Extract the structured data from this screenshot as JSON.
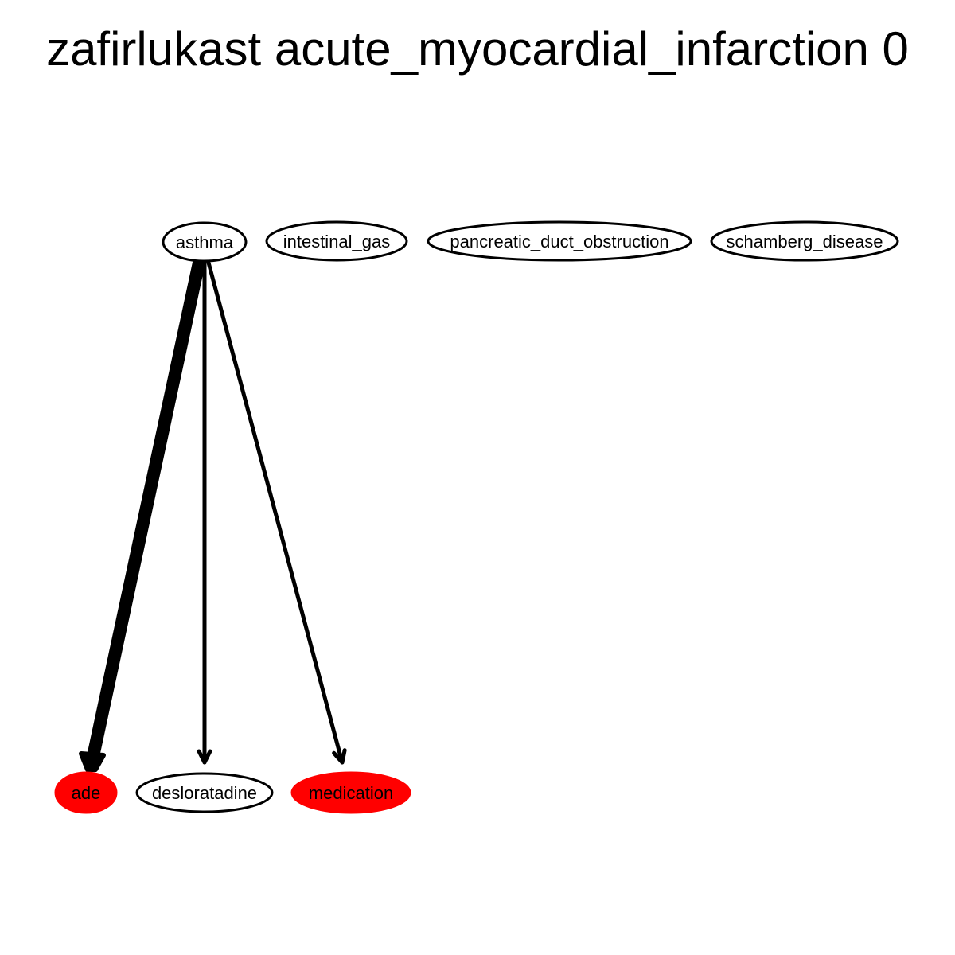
{
  "title": "zafirlukast acute_myocardial_infarction 0",
  "colors": {
    "highlight_fill": "#ff0000",
    "default_fill": "#ffffff",
    "stroke": "#000000"
  },
  "nodes": [
    {
      "id": "asthma",
      "label": "asthma",
      "highlighted": false
    },
    {
      "id": "intestinal_gas",
      "label": "intestinal_gas",
      "highlighted": false
    },
    {
      "id": "pancreatic_duct_obstruction",
      "label": "pancreatic_duct_obstruction",
      "highlighted": false
    },
    {
      "id": "schamberg_disease",
      "label": "schamberg_disease",
      "highlighted": false
    },
    {
      "id": "ade",
      "label": "ade",
      "highlighted": true
    },
    {
      "id": "desloratadine",
      "label": "desloratadine",
      "highlighted": false
    },
    {
      "id": "medication",
      "label": "medication",
      "highlighted": true
    }
  ],
  "edges": [
    {
      "from": "asthma",
      "to": "ade",
      "weight": "heavy"
    },
    {
      "from": "asthma",
      "to": "desloratadine",
      "weight": "normal"
    },
    {
      "from": "asthma",
      "to": "medication",
      "weight": "normal"
    }
  ]
}
